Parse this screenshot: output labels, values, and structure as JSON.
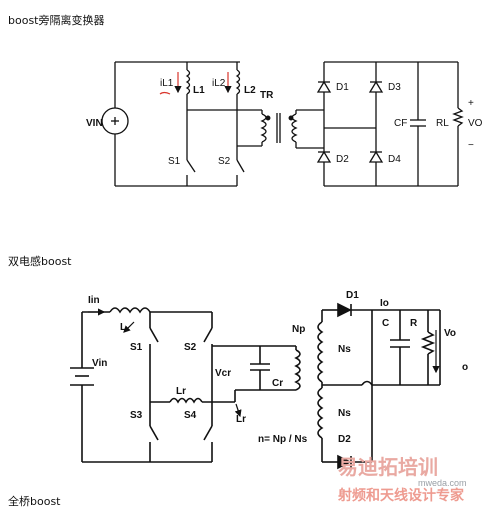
{
  "section1": {
    "heading": "boost旁隔离变换器",
    "labels": {
      "iL1": "iL1",
      "L1": "L1",
      "iL2": "iL2",
      "L2": "L2",
      "TR": "TR",
      "D1": "D1",
      "D2": "D2",
      "D3": "D3",
      "D4": "D4",
      "CF": "CF",
      "RL": "RL",
      "VO": "VO",
      "plus": "+",
      "minus": "−",
      "VIN": "VIN",
      "S1": "S1",
      "S2": "S2"
    }
  },
  "section2": {
    "heading": "双电感boost",
    "labels": {
      "Iin": "Iin",
      "L": "L",
      "Vin": "Vin",
      "S1": "S1",
      "S2": "S2",
      "S3": "S3",
      "S4": "S4",
      "Lr_top": "Lr",
      "Lr_bottom": "Lr",
      "Vcr": "Vcr",
      "Cr": "Cr",
      "Np": "Np",
      "Ns_top": "Ns",
      "Ns_bottom": "Ns",
      "turns_ratio": "n= Np / Ns",
      "D1": "D1",
      "D2": "D2",
      "Io": "Io",
      "C": "C",
      "R": "R",
      "Vo": "Vo",
      "o": "o"
    }
  },
  "section3": {
    "heading": "全桥boost"
  },
  "watermark": {
    "title": "易迪拓培训",
    "subtitle": "射频和天线设计专家",
    "site": "mweda.com"
  },
  "colors": {
    "line": "#111111",
    "annotation": "#d9342b",
    "watermark": "#e9a9a2"
  }
}
